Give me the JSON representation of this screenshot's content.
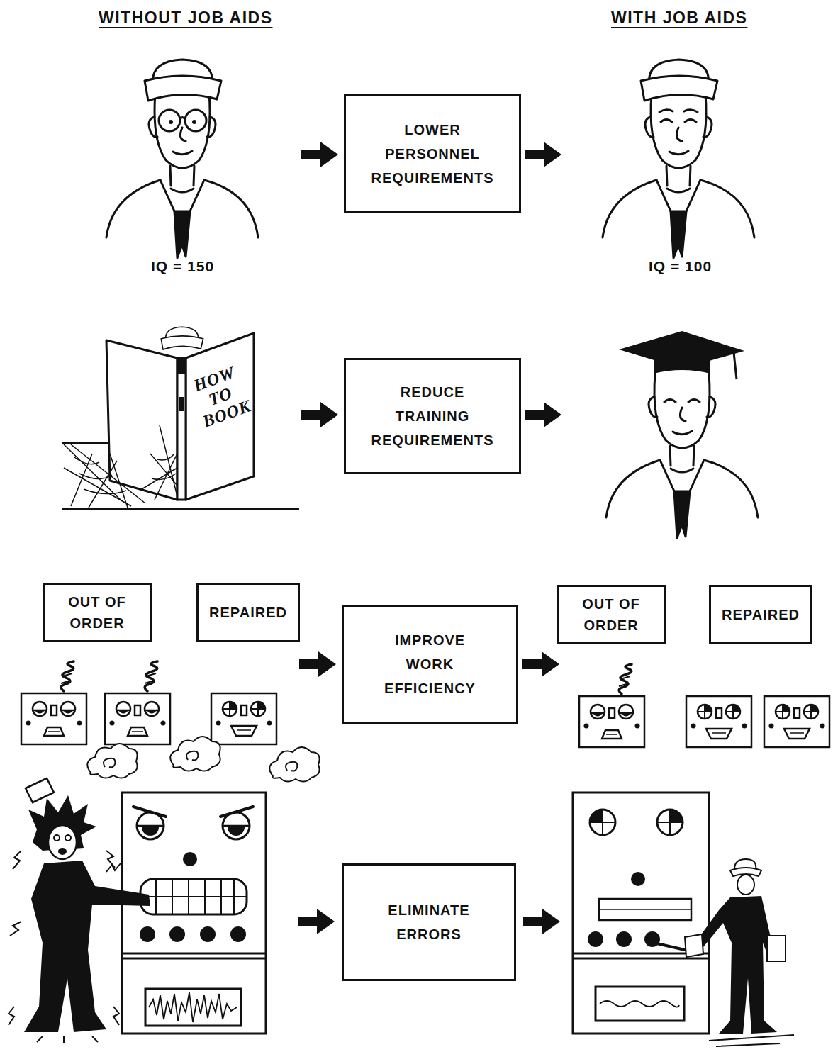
{
  "diagram": {
    "nodes": [
      {
        "text": [
          "LOWER PERSONNEL REQUIREMENTS"
        ]
      },
      {
        "text": [
          "REDUCE TRAINING REQUIREMENTS"
        ]
      },
      {
        "text": [
          "OUT OF ORDER"
        ]
      },
      {
        "text": [
          "REPAIRED"
        ]
      },
      {
        "text": [
          "IMPROVE WORK EFFICIENCY"
        ]
      },
      {
        "text": [
          "OUT OF ORDER"
        ]
      },
      {
        "text": [
          "REPAIRED"
        ]
      },
      {
        "text": [
          "ELIMINATE ERRORS"
        ]
      }
    ],
    "labels": [
      "WITHOUT JOB AIDS",
      "WITH JOB AIDS",
      "IQ = 150",
      "IQ = 100",
      "HOW TO BOOK"
    ]
  }
}
